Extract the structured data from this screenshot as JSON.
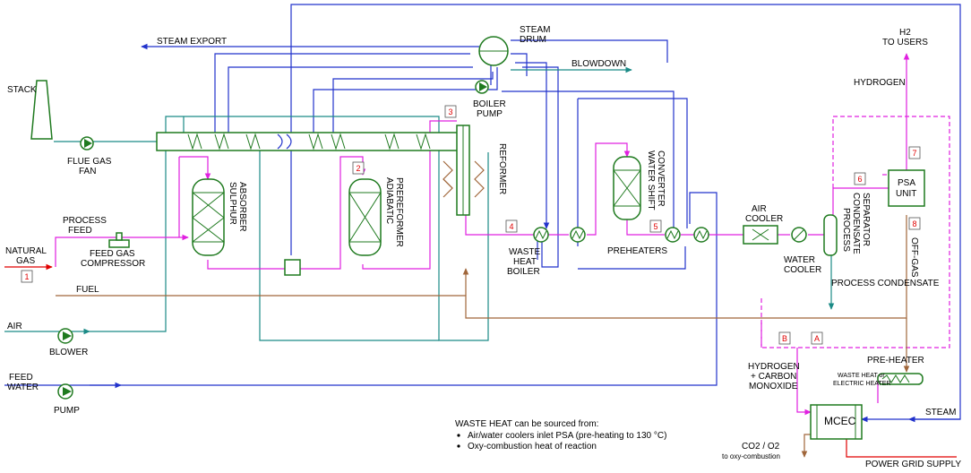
{
  "labels": {
    "steam_export": "STEAM  EXPORT",
    "steam_drum": [
      "STEAM",
      "DRUM"
    ],
    "blowdown": "BLOWDOWN",
    "boiler_pump": [
      "BOILER",
      "PUMP"
    ],
    "stack": "STACK",
    "flue_gas_fan": [
      "FLUE GAS",
      "FAN"
    ],
    "sulphur_absorber": [
      "SULPHUR",
      "ABSORBER"
    ],
    "adiabatic_prereformer": [
      "ADIABATIC",
      "PREREFORMER"
    ],
    "reformer": "REFORMER",
    "water_shift_converter": [
      "WATER SHIFT",
      "CONVERTER"
    ],
    "process_feed": [
      "PROCESS",
      "FEED"
    ],
    "natural_gas": [
      "NATURAL",
      "GAS"
    ],
    "feed_gas_compressor": [
      "FEED GAS",
      "COMPRESSOR"
    ],
    "fuel": "FUEL",
    "air": "AIR",
    "blower": "BLOWER",
    "feed_water": [
      "FEED",
      "WATER"
    ],
    "pump": "PUMP",
    "waste_heat_boiler": [
      "WASTE",
      "HEAT",
      "BOILER"
    ],
    "preheaters": "PREHEATERS",
    "air_cooler": [
      "AIR",
      "COOLER"
    ],
    "water_cooler": [
      "WATER",
      "COOLER"
    ],
    "process_condensate_separator": [
      "PROCESS",
      "CONDENSATE",
      "SEPARATOR"
    ],
    "process_condensate": "PROCESS CONDENSATE",
    "psa_unit": [
      "PSA",
      "UNIT"
    ],
    "h2_to_users": [
      "H2",
      "TO USERS"
    ],
    "hydrogen": "HYDROGEN",
    "off_gas": "OFF-GAS",
    "pre_heater": "PRE-HEATER",
    "waste_heat_or_electric": [
      "WASTE HEAT or",
      "ELECTRIC HEATER"
    ],
    "hydrogen_co": [
      "HYDROGEN",
      "+ CARBON",
      "MONOXIDE"
    ],
    "mcec": "MCEC",
    "steam": "STEAM",
    "co2_o2": [
      "CO2 / O2",
      "to oxy-combustion"
    ],
    "power_grid": "POWER GRID SUPPLY"
  },
  "stream_numbers": {
    "s1": "1",
    "s2": "2",
    "s3": "3",
    "s4": "4",
    "s5": "5",
    "s6": "6",
    "s7": "7",
    "s8": "8",
    "sA": "A",
    "sB": "B"
  },
  "waste_heat_note": {
    "title": "WASTE HEAT can be sourced from:",
    "items": [
      "Air/water coolers inlet PSA (pre-heating to 130 °C)",
      "Oxy-combustion heat of reaction"
    ]
  },
  "colors": {
    "water_steam": "#2233cc",
    "air_flue": "#1a8a86",
    "process_gas": "#e020e0",
    "fuel": "#a0663a",
    "power": "#e00000",
    "equipment": "#1f7a1f"
  }
}
